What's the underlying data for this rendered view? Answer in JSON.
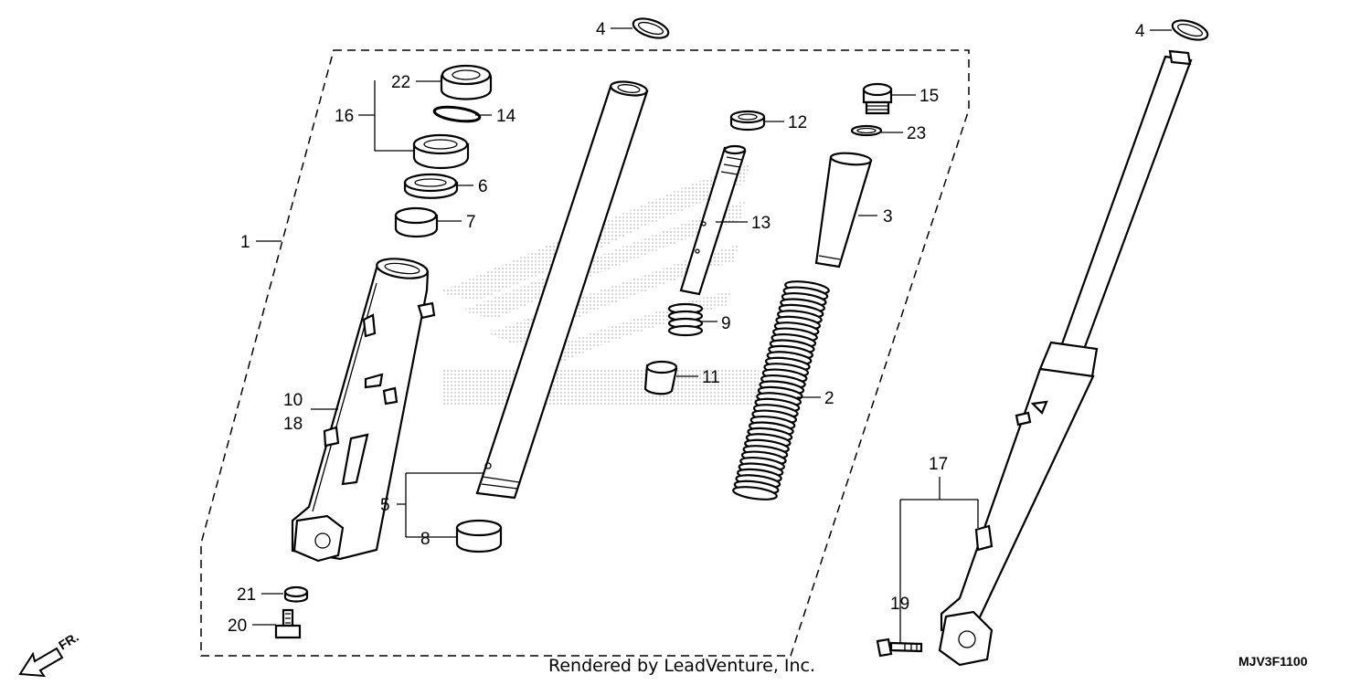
{
  "labels": {
    "l1": "1",
    "l2": "2",
    "l3": "3",
    "l4a": "4",
    "l4b": "4",
    "l5": "5",
    "l6": "6",
    "l7": "7",
    "l8": "8",
    "l9": "9",
    "l10": "10",
    "l11": "11",
    "l12": "12",
    "l13": "13",
    "l14": "14",
    "l15": "15",
    "l16": "16",
    "l17": "17",
    "l18": "18",
    "l19": "19",
    "l20": "20",
    "l21": "21",
    "l22": "22",
    "l23": "23"
  },
  "direction": "FR.",
  "footer": "Rendered by LeadVenture, Inc.",
  "diagram_code": "MJV3F1100",
  "icons": [
    "front-direction-arrow-icon",
    "honda-wing-watermark"
  ],
  "colors": {
    "line": "#000000",
    "background": "#ffffff",
    "watermark": "#c8c8c8"
  }
}
